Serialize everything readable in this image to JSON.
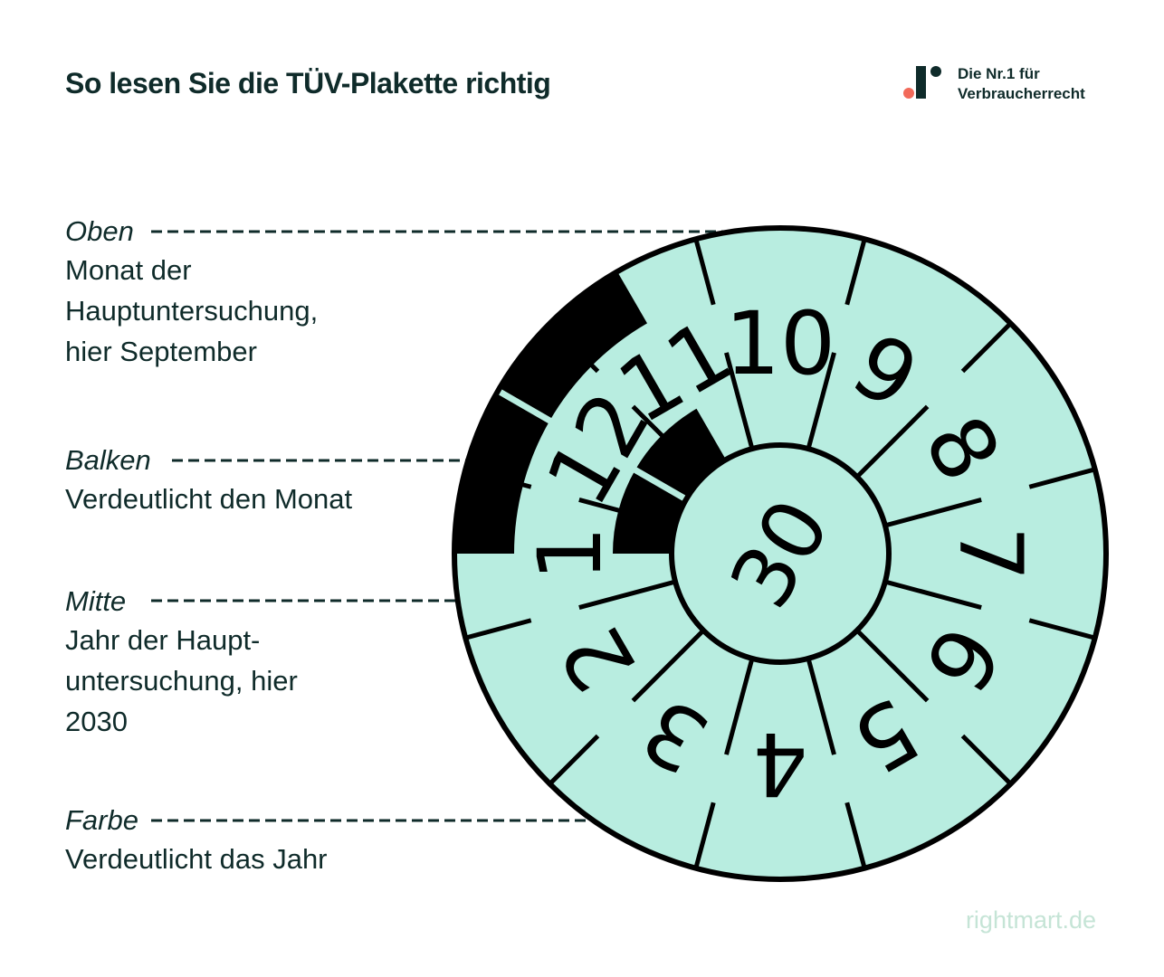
{
  "header": {
    "title": "So lesen Sie die TÜV-Plakette richtig",
    "brand_line1": "Die Nr.1 für",
    "brand_line2": "Verbraucherrecht"
  },
  "sections": [
    {
      "heading": "Oben",
      "text": "Monat der\nHauptuntersuchung,\nhier September"
    },
    {
      "heading": "Balken",
      "text": "Verdeutlicht den Monat"
    },
    {
      "heading": "Mitte",
      "text": "Jahr der Haupt-\nuntersuchung, hier\n2030"
    },
    {
      "heading": "Farbe",
      "text": "Verdeutlicht das Jahr"
    }
  ],
  "sticker": {
    "year": "30",
    "months": [
      "1",
      "2",
      "3",
      "4",
      "5",
      "6",
      "7",
      "8",
      "9",
      "10",
      "11",
      "12"
    ],
    "top_month": "10",
    "fill_color": "#b8ede0",
    "ink_color": "#000000"
  },
  "footer": {
    "site": "rightmart.de"
  },
  "colors": {
    "text": "#0f2b2a",
    "accent": "#f26a5a",
    "footer": "#c5e4d6"
  }
}
